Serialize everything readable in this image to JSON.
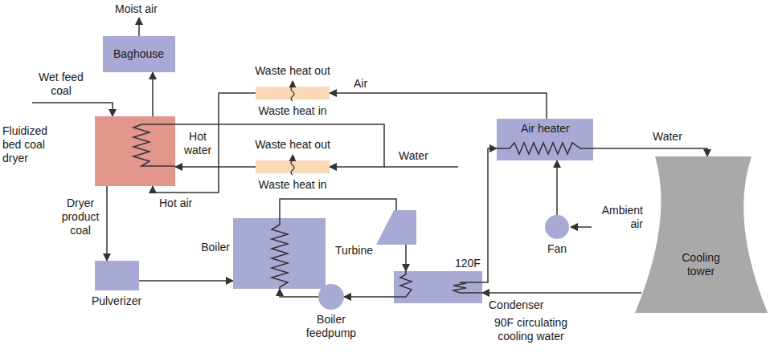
{
  "diagram": {
    "nodes": [
      {
        "text": [
          "Baghouse"
        ]
      },
      {
        "text": [
          "Waste heat out",
          "Waste heat in"
        ]
      },
      {
        "text": [
          "Fluidized bed coal dryer"
        ]
      },
      {
        "text": [
          "Waste heat out",
          "Waste heat in"
        ]
      },
      {
        "text": [
          "Air heater"
        ]
      },
      {
        "text": [
          "Fan"
        ]
      },
      {
        "text": [
          "Cooling tower"
        ]
      },
      {
        "text": [
          "Boiler"
        ]
      },
      {
        "text": [
          "Turbine"
        ]
      },
      {
        "text": [
          "Pulverizer"
        ]
      },
      {
        "text": [
          "Condenser"
        ]
      },
      {
        "text": [
          "Boiler feedpump"
        ]
      }
    ],
    "edges": [
      {
        "from": 2,
        "to": 0,
        "arrow": "to"
      },
      {
        "from": 4,
        "to": 1,
        "arrow": "to"
      },
      {
        "from": 1,
        "to": 2,
        "arrow": "to"
      },
      {
        "from": 3,
        "to": 2,
        "arrow": "to"
      },
      {
        "from": 2,
        "to": 3,
        "arrow": "to"
      },
      {
        "from": 2,
        "to": 9,
        "arrow": "to"
      },
      {
        "from": 9,
        "to": 7,
        "arrow": "to"
      },
      {
        "from": 7,
        "to": 8,
        "arrow": "none"
      },
      {
        "from": 8,
        "to": 10,
        "arrow": "to"
      },
      {
        "from": 10,
        "to": 11,
        "arrow": "to"
      },
      {
        "from": 11,
        "to": 7,
        "arrow": "to"
      },
      {
        "from": 10,
        "to": 4,
        "arrow": "to"
      },
      {
        "from": 4,
        "to": 6,
        "arrow": "to"
      },
      {
        "from": 6,
        "to": 10,
        "arrow": "to"
      },
      {
        "from": 5,
        "to": 4,
        "arrow": "to"
      }
    ],
    "labels": [
      "Moist air",
      "Wet feed coal",
      "Air",
      "Water",
      "Hot water",
      "Hot air",
      "Dryer product coal",
      "Water",
      "Ambient air",
      "120F",
      "90F circulating cooling water"
    ]
  }
}
